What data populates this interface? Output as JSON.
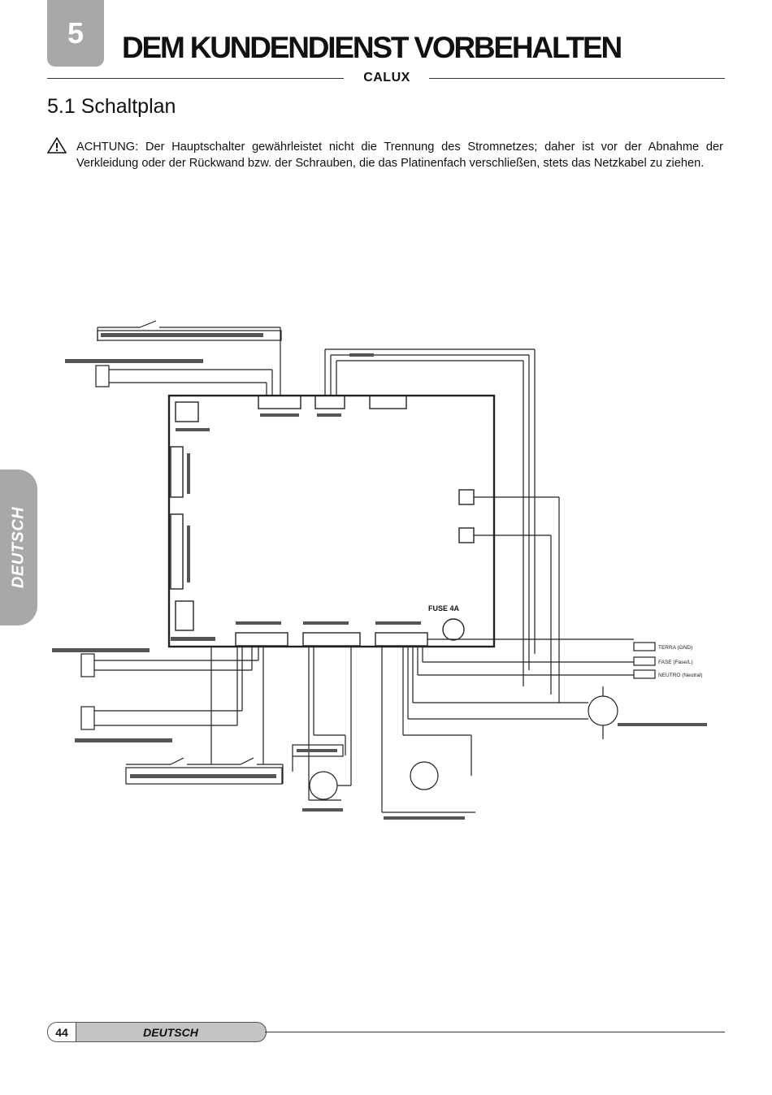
{
  "header": {
    "chapter_number": "5",
    "chapter_title": "DEM KUNDENDIENST VORBEHALTEN",
    "brand": "CALUX"
  },
  "section": {
    "title": "5.1 Schaltplan"
  },
  "warning": {
    "icon": "warning-triangle-icon",
    "text": "ACHTUNG: Der Hauptschalter gewährleistet nicht die Trennung des Stromnetzes; daher ist vor der Abnahme der Verkleidung oder der Rückwand bzw. der Schrauben, die das Platinenfach verschließen, stets das Netzkabel zu ziehen."
  },
  "side_tab": {
    "label": "DEUTSCH"
  },
  "diagram": {
    "fuse_label": "FUSE 4A",
    "mains_labels": [
      "TERRA (GND)",
      "FASE (Fase/L)",
      "NEUTRO (Neutral)"
    ]
  },
  "footer": {
    "page_number": "44",
    "language": "DEUTSCH"
  },
  "colors": {
    "tab_gray": "#a8a8a8",
    "footer_gray": "#c4c4c4"
  }
}
